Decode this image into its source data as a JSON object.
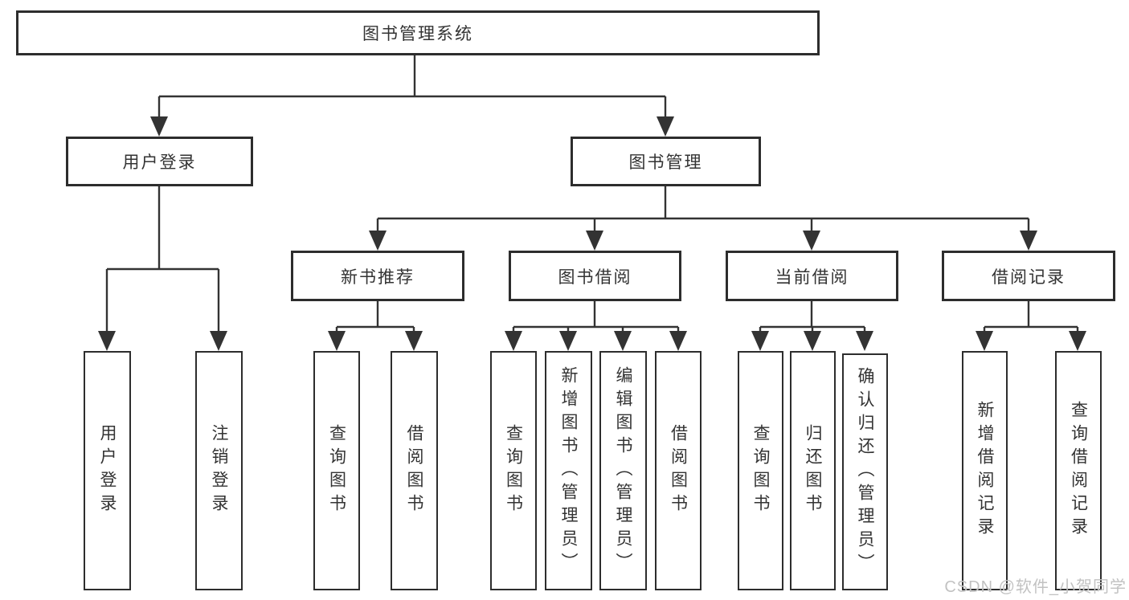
{
  "nodes": {
    "root": {
      "label": "图书管理系统"
    },
    "user_login": {
      "label": "用户登录"
    },
    "book_mgmt": {
      "label": "图书管理"
    },
    "new_book_rec": {
      "label": "新书推荐"
    },
    "book_borrow": {
      "label": "图书借阅"
    },
    "current_borrow": {
      "label": "当前借阅"
    },
    "borrow_records": {
      "label": "借阅记录"
    },
    "leaf_user_login": {
      "label": "用户登录"
    },
    "leaf_logout": {
      "label": "注销登录"
    },
    "leaf_rec_query_book": {
      "label": "查询图书"
    },
    "leaf_rec_borrow_book": {
      "label": "借阅图书"
    },
    "leaf_bor_query_book": {
      "label": "查询图书"
    },
    "leaf_bor_add_book": {
      "label": "新增图书（管理员）"
    },
    "leaf_bor_edit_book": {
      "label": "编辑图书（管理员）"
    },
    "leaf_bor_borrow_book": {
      "label": "借阅图书"
    },
    "leaf_cur_query_book": {
      "label": "查询图书"
    },
    "leaf_cur_return_book": {
      "label": "归还图书"
    },
    "leaf_cur_confirm_return": {
      "label": "确认归还（管理员）"
    },
    "leaf_recd_add_record": {
      "label": "新增借阅记录"
    },
    "leaf_recd_query_record": {
      "label": "查询借阅记录"
    }
  },
  "hierarchy": {
    "图书管理系统": {
      "用户登录": [
        "用户登录",
        "注销登录"
      ],
      "图书管理": {
        "新书推荐": [
          "查询图书",
          "借阅图书"
        ],
        "图书借阅": [
          "查询图书",
          "新增图书（管理员）",
          "编辑图书（管理员）",
          "借阅图书"
        ],
        "当前借阅": [
          "查询图书",
          "归还图书",
          "确认归还（管理员）"
        ],
        "借阅记录": [
          "新增借阅记录",
          "查询借阅记录"
        ]
      }
    }
  },
  "watermark": {
    "text": "CSDN @软件_小贺同学"
  },
  "colors": {
    "line": "#333333",
    "box_border": "#2d2d2d",
    "box_fill": "#ffffff",
    "text": "#333333",
    "watermark": "#c2c2c2",
    "background": "#ffffff"
  }
}
